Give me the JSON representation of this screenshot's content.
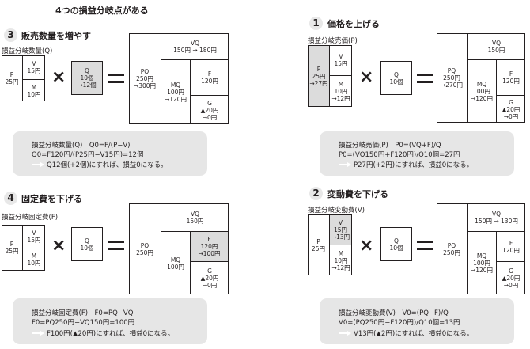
{
  "page_title": "4つの損益分岐点がある",
  "sections": [
    {
      "num": "3",
      "title": "販売数量を増やす",
      "label": "損益分岐数量(Q)",
      "left": {
        "p": "P",
        "p_val": "25円",
        "v": "V",
        "v_val": "15円",
        "m": "M",
        "m_val": "10円"
      },
      "qbox": {
        "q": "Q",
        "l1": "10個",
        "l2": "→12個"
      },
      "right": {
        "pq": "PQ",
        "pq1": "250円",
        "pq2": "→300円",
        "vq": "VQ",
        "vq1": "150円 → 180円",
        "mq": "MQ",
        "mq1": "100円",
        "mq2": "→120円",
        "f": "F",
        "f1": "120円",
        "f2": "",
        "g": "G",
        "g1": "▲20円",
        "g2": "→0円"
      },
      "panel": {
        "l1": "損益分岐数量(Q)　Q0=F/(P−V)",
        "l2": "Q0=F120円/(P25円−V15円)=12個",
        "l3": "Q12個(+2個)にすれば、損益0になる。"
      }
    },
    {
      "num": "1",
      "title": "価格を上げる",
      "label": "損益分岐売価(P)",
      "left": {
        "p": "P",
        "p_val": "25円",
        "p_val2": "→27円",
        "v": "V",
        "v_val": "15円",
        "m": "M",
        "m_val": "10円",
        "m_val2": "→12円"
      },
      "qbox": {
        "q": "Q",
        "l1": "10個"
      },
      "right": {
        "pq": "PQ",
        "pq1": "250円",
        "pq2": "→270円",
        "vq": "VQ",
        "vq1": "150円",
        "mq": "MQ",
        "mq1": "100円",
        "mq2": "→120円",
        "f": "F",
        "f1": "120円",
        "f2": "",
        "g": "G",
        "g1": "▲20円",
        "g2": "→0円"
      },
      "panel": {
        "l1": "損益分岐売価(P)　P0=(VQ+F)/Q",
        "l2": "P0=(VQ150円+F120円)/Q10個=27円",
        "l3": "P27円(+2円)にすれば、損益0になる。"
      }
    },
    {
      "num": "4",
      "title": "固定費を下げる",
      "label": "損益分岐固定費(F)",
      "left": {
        "p": "P",
        "p_val": "25円",
        "v": "V",
        "v_val": "15円",
        "m": "M",
        "m_val": "10円"
      },
      "qbox": {
        "q": "Q",
        "l1": "10個"
      },
      "right": {
        "pq": "PQ",
        "pq1": "250円",
        "pq2": "",
        "vq": "VQ",
        "vq1": "150円",
        "mq": "MQ",
        "mq1": "100円",
        "mq2": "",
        "f": "F",
        "f1": "120円",
        "f2": "→100円",
        "g": "G",
        "g1": "▲20円",
        "g2": "→0円"
      },
      "panel": {
        "l1": "損益分岐固定費(F)　F0=PQ−VQ",
        "l2": "F0=PQ250円−VQ150円=100円",
        "l3": "F100円(▲20円)にすれば、損益0になる。"
      }
    },
    {
      "num": "2",
      "title": "変動費を下げる",
      "label": "損益分岐変動費(V)",
      "left": {
        "p": "P",
        "p_val": "25円",
        "v": "V",
        "v_val": "15円",
        "v_val2": "→13円",
        "m": "M",
        "m_val": "10円",
        "m_val2": "→12円"
      },
      "qbox": {
        "q": "Q",
        "l1": "10個"
      },
      "right": {
        "pq": "PQ",
        "pq1": "250円",
        "pq2": "",
        "vq": "VQ",
        "vq1": "150円 → 130円",
        "mq": "MQ",
        "mq1": "100円",
        "mq2": "→120円",
        "f": "F",
        "f1": "120円",
        "f2": "",
        "g": "G",
        "g1": "▲20円",
        "g2": "→0円"
      },
      "panel": {
        "l1": "損益分岐変動費(V)　V0=(PQ−F)/Q",
        "l2": "V0=(PQ250円−F120円)/Q10個=13円",
        "l3": "V13円(▲2円)にすれば、損益0になる。"
      }
    }
  ],
  "symbols": {
    "times": "×"
  }
}
